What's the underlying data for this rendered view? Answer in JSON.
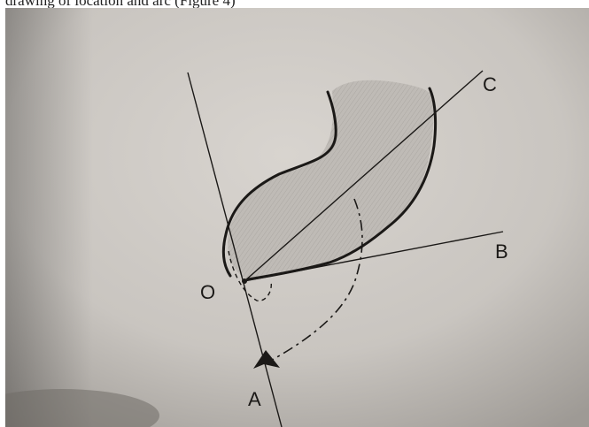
{
  "caption": "drawing of location and arc (Figure 4)",
  "labels": {
    "o": "O",
    "a": "A",
    "b": "B",
    "c": "C"
  },
  "colors": {
    "paper": "#cdc9c4",
    "pencil": "#1b1917",
    "shading": "#b9b5b0"
  }
}
